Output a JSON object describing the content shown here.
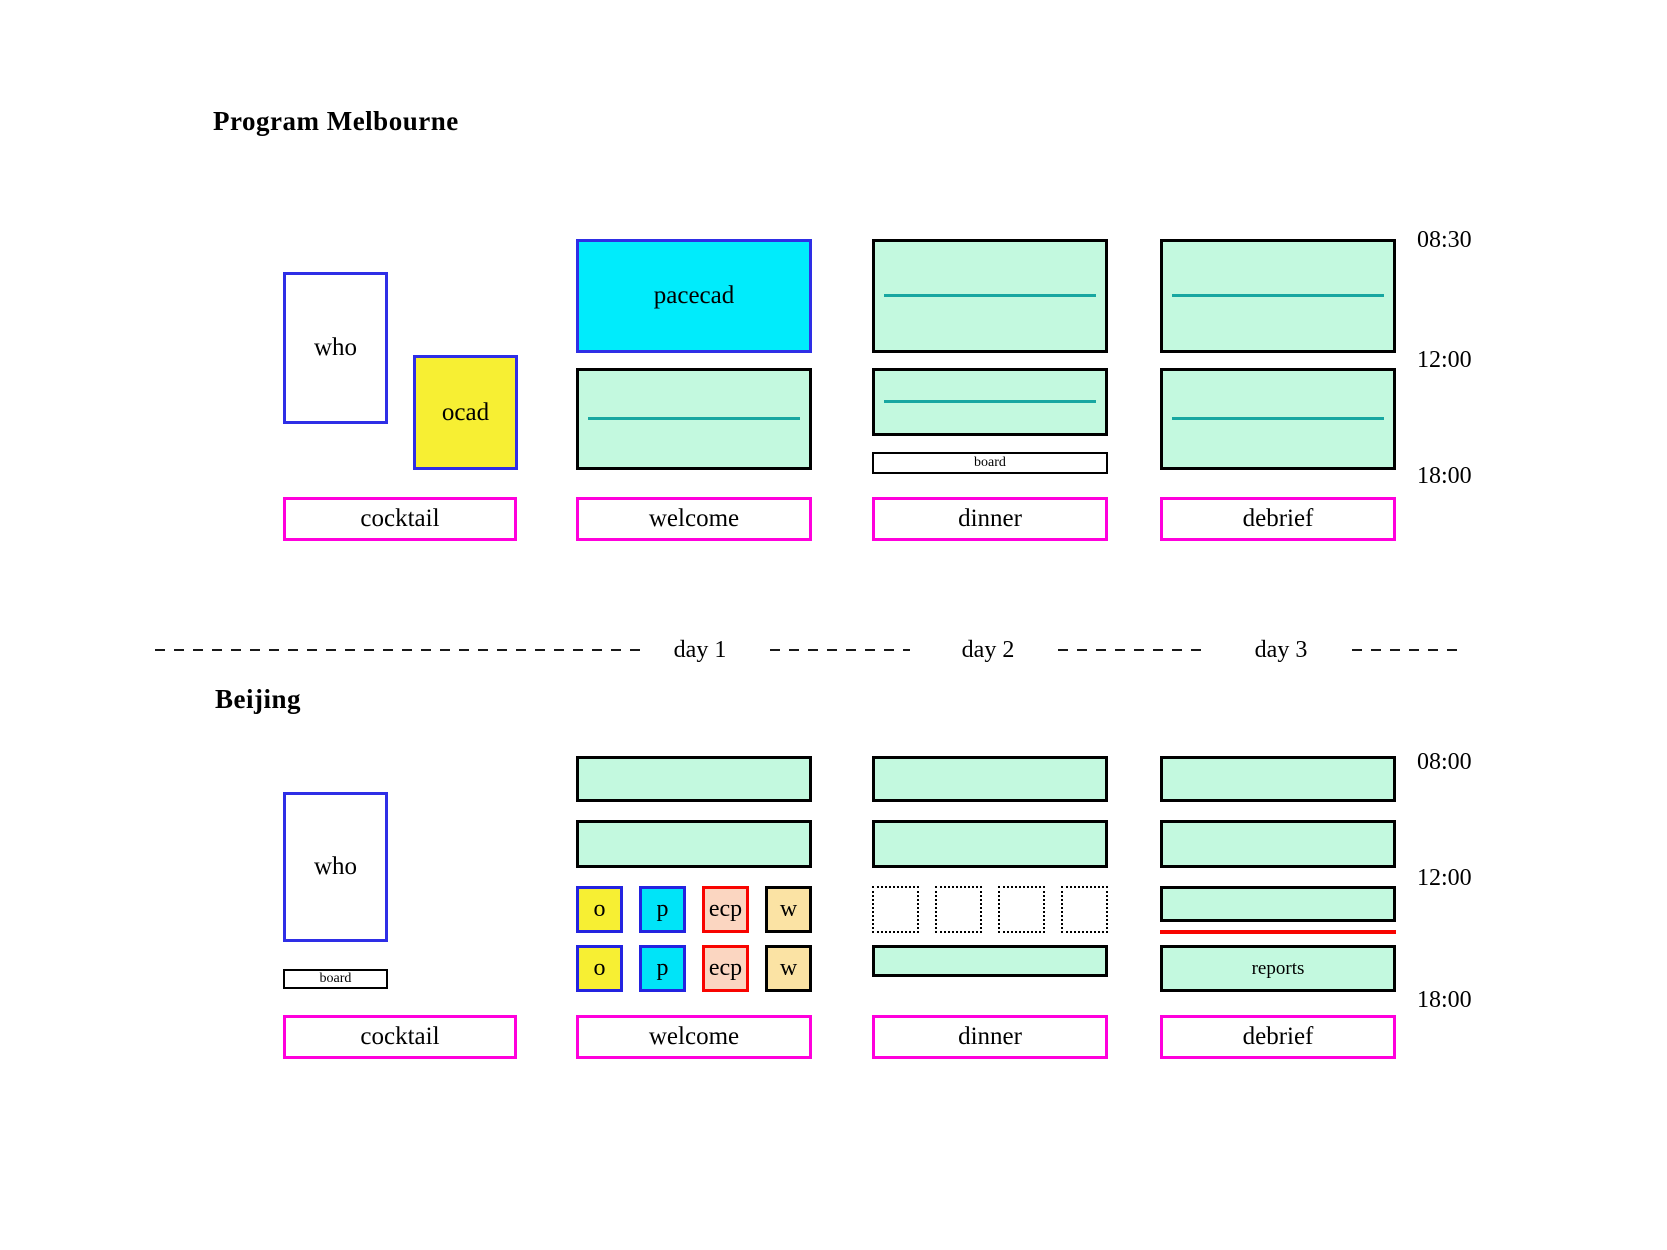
{
  "melbourne": {
    "title": "Program Melbourne",
    "who": "who",
    "ocad": "ocad",
    "pacecad": "pacecad",
    "board": "board",
    "times": {
      "start": "08:30",
      "midday": "12:00",
      "end": "18:00"
    },
    "labels": {
      "col1": "cocktail",
      "col2": "welcome",
      "col3": "dinner",
      "col4": "debrief"
    }
  },
  "divider": {
    "day1": "day 1",
    "day2": "day 2",
    "day3": "day 3"
  },
  "beijing": {
    "title": "Beijing",
    "who": "who",
    "board": "board",
    "reports": "reports",
    "session_codes": {
      "o": "o",
      "p": "p",
      "ecp": "ecp",
      "w": "w"
    },
    "times": {
      "start": "08:00",
      "midday": "12:00",
      "end": "18:00"
    },
    "labels": {
      "col1": "cocktail",
      "col2": "welcome",
      "col3": "dinner",
      "col4": "debrief"
    }
  },
  "colors": {
    "mint_fill": "#c3f9df",
    "cyan_fill": "#00ecfc",
    "yellow_fill": "#f7ef33",
    "peach_fill": "#fbd6c1",
    "wheat_fill": "#fbe3a4",
    "blue_border": "#2e2ee6",
    "magenta_border": "#ff00dc",
    "red_accent": "#f80400",
    "teal_line": "#18a7a1"
  }
}
